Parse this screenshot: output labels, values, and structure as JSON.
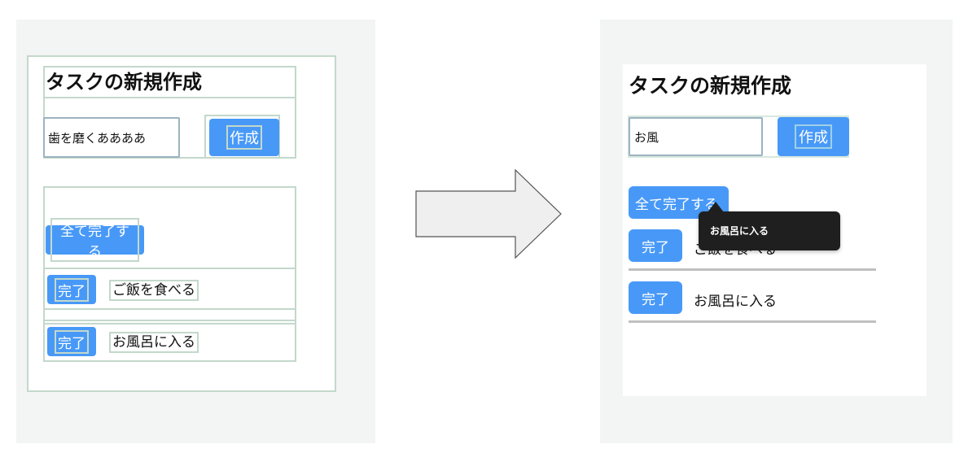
{
  "before": {
    "title": "タスクの新規作成",
    "input_value": "歯を磨くああああ",
    "create_label": "作成",
    "complete_all_label": "全て完了する",
    "tasks": [
      {
        "complete_label": "完了",
        "text": "ご飯を食べる"
      },
      {
        "complete_label": "完了",
        "text": "お風呂に入る"
      }
    ]
  },
  "after": {
    "title": "タスクの新規作成",
    "input_value": "お風",
    "create_label": "作成",
    "complete_all_label": "全て完了する",
    "tooltip": "お風呂に入る",
    "tasks": [
      {
        "complete_label": "完了",
        "text": "ご飯を食べる"
      },
      {
        "complete_label": "完了",
        "text": "お風呂に入る"
      }
    ]
  },
  "colors": {
    "accent": "#4899f7",
    "panel_bg": "#f3f4f4",
    "debug_border": "#c3d8cb",
    "tooltip_bg": "#1f1f1f"
  },
  "icons": {
    "transition": "right-arrow-icon"
  }
}
